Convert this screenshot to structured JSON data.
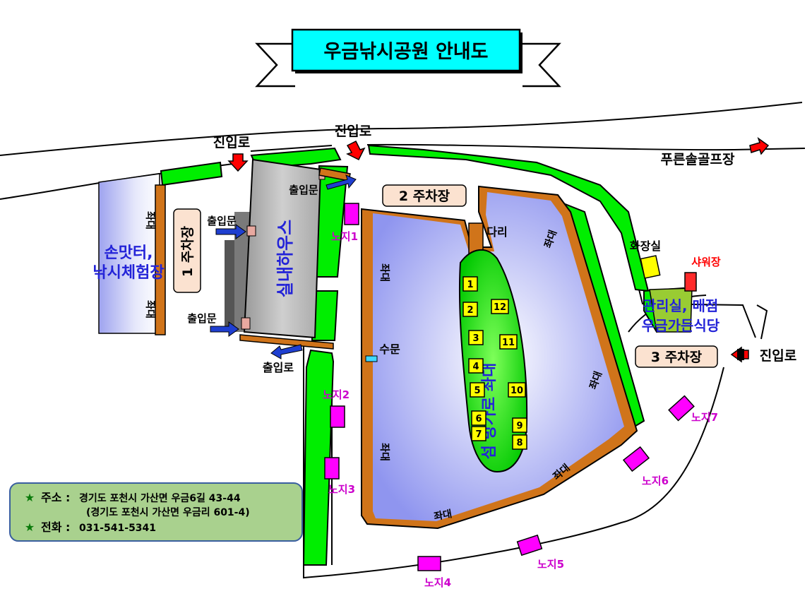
{
  "title": "우금낚시공원 안내도",
  "roads": {
    "entrance_label": "진입로",
    "golf_label": "푸른솔골프장",
    "exit_label": "출입로"
  },
  "parking": {
    "lot1": "1 주차장",
    "lot2": "2 주차장",
    "lot3": "3 주차장"
  },
  "areas": {
    "experience": [
      "손맛터,",
      "낚시체험장"
    ],
    "indoor_house": "실내하우스",
    "island": "섬 방가로 좌대",
    "office": [
      "관리실, 매점",
      "우금가든식당"
    ],
    "toilet": "화장실",
    "shower": "샤워장",
    "bridge": "다리",
    "sluice": "수문",
    "seat_label": "좌대",
    "door_label": "출입문"
  },
  "bungalows": [
    "1",
    "2",
    "3",
    "4",
    "5",
    "6",
    "7",
    "8",
    "9",
    "10",
    "11",
    "12"
  ],
  "outdoor_spots": [
    "노지1",
    "노지2",
    "노지3",
    "노지4",
    "노지5",
    "노지6",
    "노지7"
  ],
  "info": {
    "address_label": "주소 :",
    "address_line1": "경기도 포천시 가산면 우금6길 43-44",
    "address_line2": "(경기도 포천시 가산면 우금리 601-4)",
    "phone_label": "전화 :",
    "phone": "031-541-5341"
  },
  "colors": {
    "title_box": "#00ffff",
    "grass": "#00ee00",
    "pond": "#b9bdf5",
    "wall": "#d0741a",
    "label_blue": "#2323d8",
    "label_magenta": "#cc00cc",
    "spot_fill": "#ff00ff",
    "parking_box": "#fbe2d0",
    "info_box": "#a9d18e",
    "arrow_red": "#ff0000",
    "arrow_blue": "#1f3fd0",
    "bungalow": "#ffff00"
  }
}
